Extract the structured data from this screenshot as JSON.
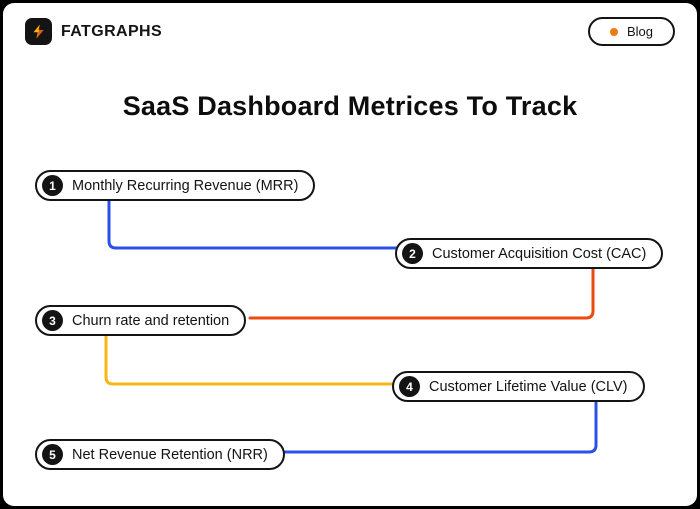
{
  "header": {
    "brand": "FATGRAPHS",
    "blog_label": "Blog"
  },
  "title": "SaaS Dashboard Metrices To Track",
  "items": [
    {
      "num": "1",
      "label": "Monthly Recurring Revenue (MRR)"
    },
    {
      "num": "2",
      "label": "Customer Acquisition Cost (CAC)"
    },
    {
      "num": "3",
      "label": "Churn rate and retention"
    },
    {
      "num": "4",
      "label": "Customer Lifetime Value (CLV)"
    },
    {
      "num": "5",
      "label": "Net Revenue Retention (NRR)"
    }
  ],
  "colors": {
    "blue": "#2b50e8",
    "orange": "#ee4a10",
    "yellow": "#f7b614",
    "blog_dot": "#ee7a12",
    "logo_flash": "#f7b614",
    "logo_flash_accent": "#ee4a10"
  }
}
